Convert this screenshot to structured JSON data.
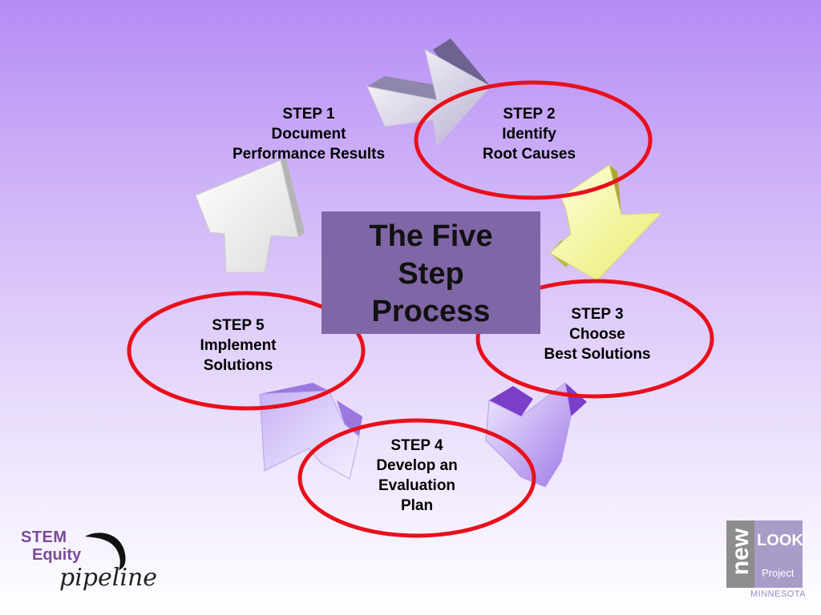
{
  "title": {
    "lines": [
      "The Five",
      "Step",
      "Process"
    ]
  },
  "steps": [
    {
      "id": 1,
      "lines": [
        "STEP 1",
        "Document",
        "Performance Results"
      ],
      "circled": false
    },
    {
      "id": 2,
      "lines": [
        "STEP 2",
        "Identify",
        "Root Causes"
      ],
      "circled": true
    },
    {
      "id": 3,
      "lines": [
        "STEP 3",
        "Choose",
        "Best Solutions"
      ],
      "circled": true
    },
    {
      "id": 4,
      "lines": [
        "STEP 4",
        "Develop an",
        "Evaluation",
        "Plan"
      ],
      "circled": true
    },
    {
      "id": 5,
      "lines": [
        "STEP 5",
        "Implement",
        "Solutions"
      ],
      "circled": true
    }
  ],
  "colors": {
    "highlight_ring": "#e8101c",
    "center_box": "#8066a6"
  },
  "logos": {
    "stem": {
      "line1": "STEM",
      "line2": "Equity",
      "line3": "pipeline"
    },
    "newlook": {
      "word1": "new",
      "word2": "LOOK",
      "word3": "Project",
      "word4": "MINNESOTA"
    }
  }
}
